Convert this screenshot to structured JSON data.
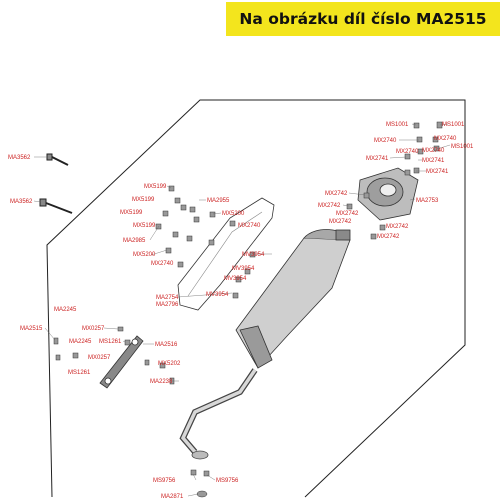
{
  "banner": {
    "text": "Na obrázku díl číslo MA2515",
    "bg_color": "#f3e51d"
  },
  "colors": {
    "label": "#cc2222",
    "line": "#222222",
    "part_fill": "#bdbdbd"
  },
  "labels": [
    {
      "id": "MS1001-a",
      "text": "MS1001"
    },
    {
      "id": "MS1001-b",
      "text": "MS1001"
    },
    {
      "id": "MX2740-a",
      "text": "MX2740"
    },
    {
      "id": "MX2740-b",
      "text": "MX2740"
    },
    {
      "id": "MX2740-c",
      "text": "MX2740"
    },
    {
      "id": "MS1001-c",
      "text": "MS1001"
    },
    {
      "id": "MX2740-d",
      "text": "MX2740"
    },
    {
      "id": "MX2741-a",
      "text": "MX2741"
    },
    {
      "id": "MX2741-b",
      "text": "MX2741"
    },
    {
      "id": "MX2741-c",
      "text": "MX2741"
    },
    {
      "id": "MA3562-a",
      "text": "MA3562"
    },
    {
      "id": "MX5199-a",
      "text": "MX5199"
    },
    {
      "id": "MX5199-b",
      "text": "MX5199"
    },
    {
      "id": "MA2955",
      "text": "MA2955"
    },
    {
      "id": "MX2742-a",
      "text": "MX2742"
    },
    {
      "id": "MA2753",
      "text": "MA2753"
    },
    {
      "id": "MA3562-b",
      "text": "MA3562"
    },
    {
      "id": "MX2742-b",
      "text": "MX2742"
    },
    {
      "id": "MX5199-c",
      "text": "MX5199"
    },
    {
      "id": "MX5200-a",
      "text": "MX5200"
    },
    {
      "id": "MX2742-c",
      "text": "MX2742"
    },
    {
      "id": "MX5199-d",
      "text": "MX5199"
    },
    {
      "id": "MX2742-d",
      "text": "MX2742"
    },
    {
      "id": "MX2742-e",
      "text": "MX2742"
    },
    {
      "id": "MX2740-e",
      "text": "MX2740"
    },
    {
      "id": "MX2742-f",
      "text": "MX2742"
    },
    {
      "id": "MA2985",
      "text": "MA2985"
    },
    {
      "id": "MX5200-b",
      "text": "MX5200"
    },
    {
      "id": "MV3954-a",
      "text": "MV3954"
    },
    {
      "id": "MX2740-f",
      "text": "MX2740"
    },
    {
      "id": "MV3954-b",
      "text": "MV3954"
    },
    {
      "id": "MV3954-c",
      "text": "MV3954"
    },
    {
      "id": "MV3954-d",
      "text": "MV3954"
    },
    {
      "id": "MA2754",
      "text": "MA2754"
    },
    {
      "id": "MA2796",
      "text": "MA2796"
    },
    {
      "id": "MA2245-a",
      "text": "MA2245"
    },
    {
      "id": "MA2515",
      "text": "MA2515"
    },
    {
      "id": "MX0257-a",
      "text": "MX0257"
    },
    {
      "id": "MA2245-b",
      "text": "MA2245"
    },
    {
      "id": "MS1261-a",
      "text": "MS1261"
    },
    {
      "id": "MA2516",
      "text": "MA2516"
    },
    {
      "id": "MX0257-b",
      "text": "MX0257"
    },
    {
      "id": "MX5202",
      "text": "MX5202"
    },
    {
      "id": "MS1261-b",
      "text": "MS1261"
    },
    {
      "id": "MA2238",
      "text": "MA2238"
    },
    {
      "id": "MS9756-a",
      "text": "MS9756"
    },
    {
      "id": "MS9756-b",
      "text": "MS9756"
    },
    {
      "id": "MA2871",
      "text": "MA2871"
    }
  ]
}
